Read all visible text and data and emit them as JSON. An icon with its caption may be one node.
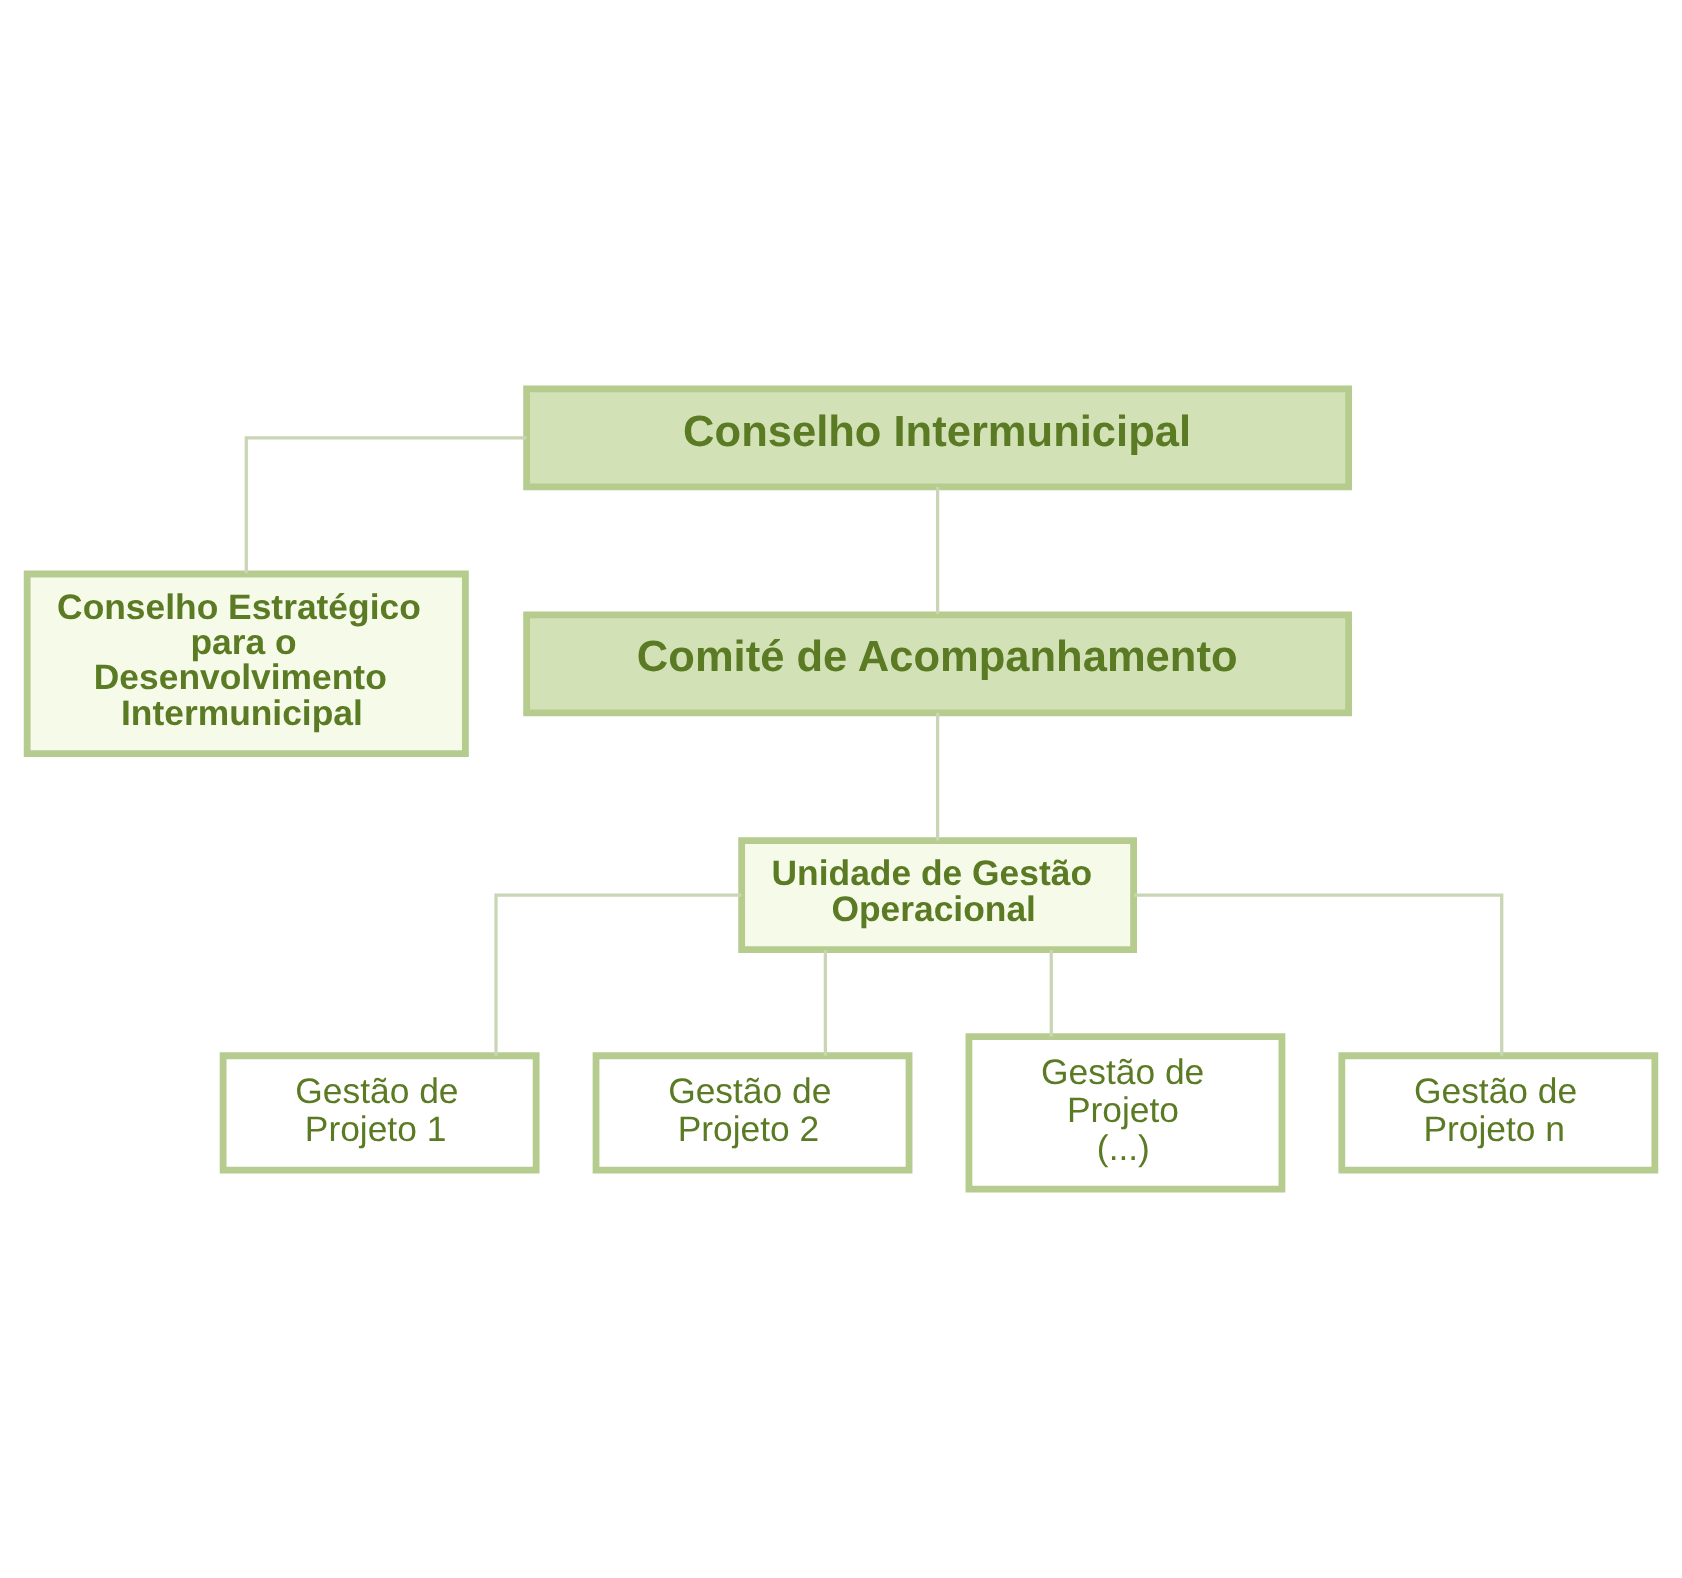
{
  "diagram": {
    "nodes": [
      {
        "text": [
          "Conselho Intermunicipal"
        ]
      },
      {
        "text": [
          "Conselho Estratégico para o Desenvolvimento Intermunicipal"
        ]
      },
      {
        "text": [
          "Comité de Acompanhamento"
        ]
      },
      {
        "text": [
          "Unidade de Gestão Operacional"
        ]
      },
      {
        "text": [
          "Gestão de Projeto 1"
        ]
      },
      {
        "text": [
          "Gestão de Projeto 2"
        ]
      },
      {
        "text": [
          "Gestão de Projeto (...)"
        ]
      },
      {
        "text": [
          "Gestão de Projeto n"
        ]
      }
    ],
    "edges": [
      {
        "from": 0,
        "to": 2,
        "arrow": "none"
      },
      {
        "from": 0,
        "to": 1,
        "arrow": "none"
      },
      {
        "from": 2,
        "to": 3,
        "arrow": "none"
      },
      {
        "from": 3,
        "to": 4,
        "arrow": "none"
      },
      {
        "from": 3,
        "to": 5,
        "arrow": "none"
      },
      {
        "from": 3,
        "to": 6,
        "arrow": "none"
      },
      {
        "from": 3,
        "to": 7,
        "arrow": "none"
      }
    ]
  }
}
